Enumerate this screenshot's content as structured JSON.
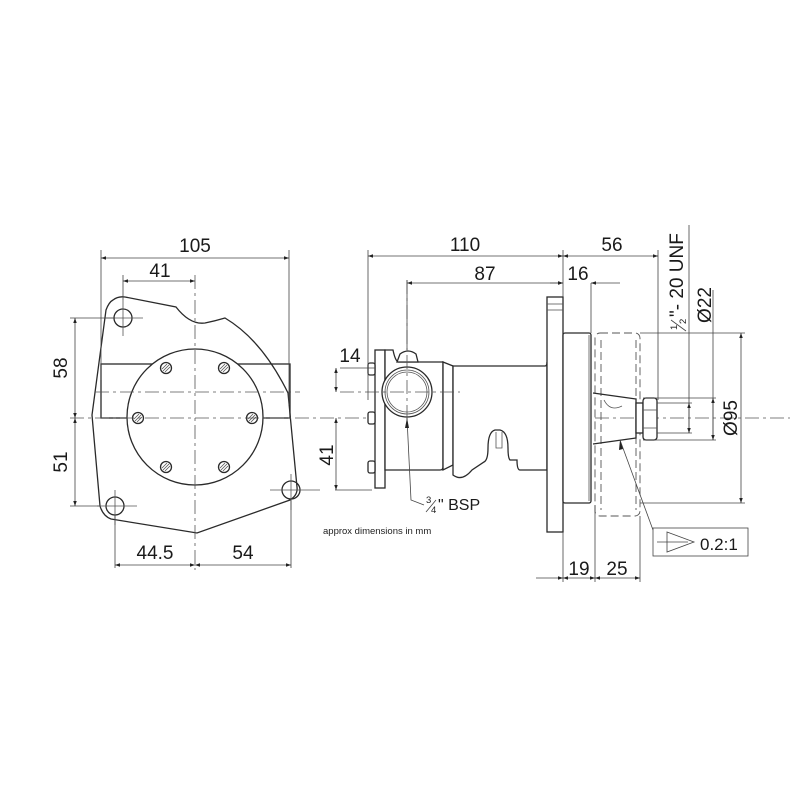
{
  "drawing": {
    "note": "approx dimensions in mm",
    "front_view": {
      "dimensions": {
        "overall_width": "105",
        "top_hole_offset": "41",
        "upper_height": "58",
        "lower_height": "51",
        "bottom_left_offset": "44.5",
        "bottom_right_offset": "54"
      }
    },
    "side_view": {
      "dimensions": {
        "overall_length": "110",
        "port_to_flange": "87",
        "flange_thickness": "16",
        "shaft_projection": "56",
        "port_offset_top": "14",
        "port_offset_lower": "41",
        "hub_width_a": "19",
        "hub_width_b": "25",
        "thread_spec_num": "1",
        "thread_spec_den": "2",
        "thread_spec_rest": "\"- 20 UNF",
        "shaft_diameter": "Ø22",
        "pulley_diameter": "Ø95"
      },
      "port_label_num": "3",
      "port_label_den": "4",
      "port_label_rest": "\" BSP",
      "taper_label": "0.2:1"
    }
  }
}
